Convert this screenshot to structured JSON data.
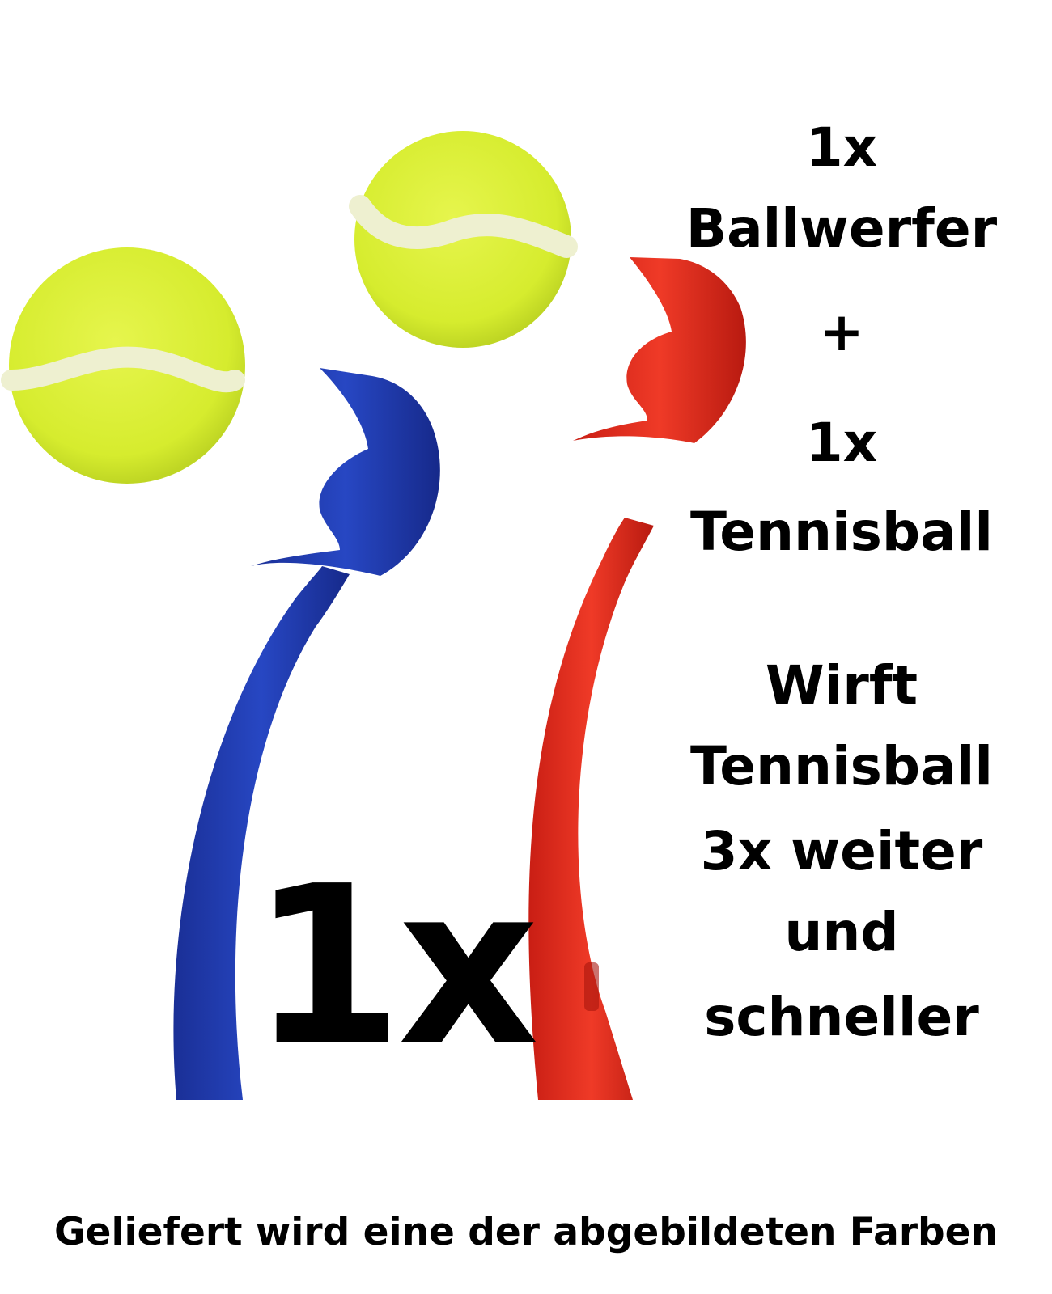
{
  "product_text": {
    "line1": "1x",
    "line2": "Ballwerfer",
    "line3": "+",
    "line4": "1x",
    "line5": "Tennisball"
  },
  "feature_text": {
    "line1": "Wirft",
    "line2": "Tennisball",
    "line3": "3x weiter",
    "line4": "und",
    "line5": "schneller"
  },
  "quantity_badge": "1x",
  "footer_note": "Geliefert wird eine der abgebildeten Farben",
  "colors": {
    "ball": "#d9ef3a",
    "ball_seam": "#ecefd2",
    "blue_launcher": "#1f3aa8",
    "red_launcher": "#e02a1d"
  },
  "images": [
    {
      "name": "tennis-ball-left"
    },
    {
      "name": "tennis-ball-right"
    },
    {
      "name": "blue-ball-launcher"
    },
    {
      "name": "red-ball-launcher"
    }
  ]
}
